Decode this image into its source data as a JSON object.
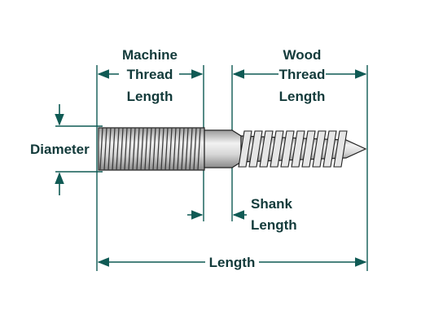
{
  "labels": {
    "machine_thread_line1": "Machine",
    "machine_thread_line2": "Thread",
    "machine_thread_line3": "Length",
    "wood_thread_line1": "Wood",
    "wood_thread_line2": "Thread",
    "wood_thread_line3": "Length",
    "diameter": "Diameter",
    "shank_line1": "Shank",
    "shank_line2": "Length",
    "length": "Length"
  },
  "colors": {
    "dimension_line": "#0f5a54",
    "text": "#123a3a",
    "screw_outline": "#222222",
    "screw_body": "#c9c9c9",
    "shank": "#dcdcdc"
  }
}
